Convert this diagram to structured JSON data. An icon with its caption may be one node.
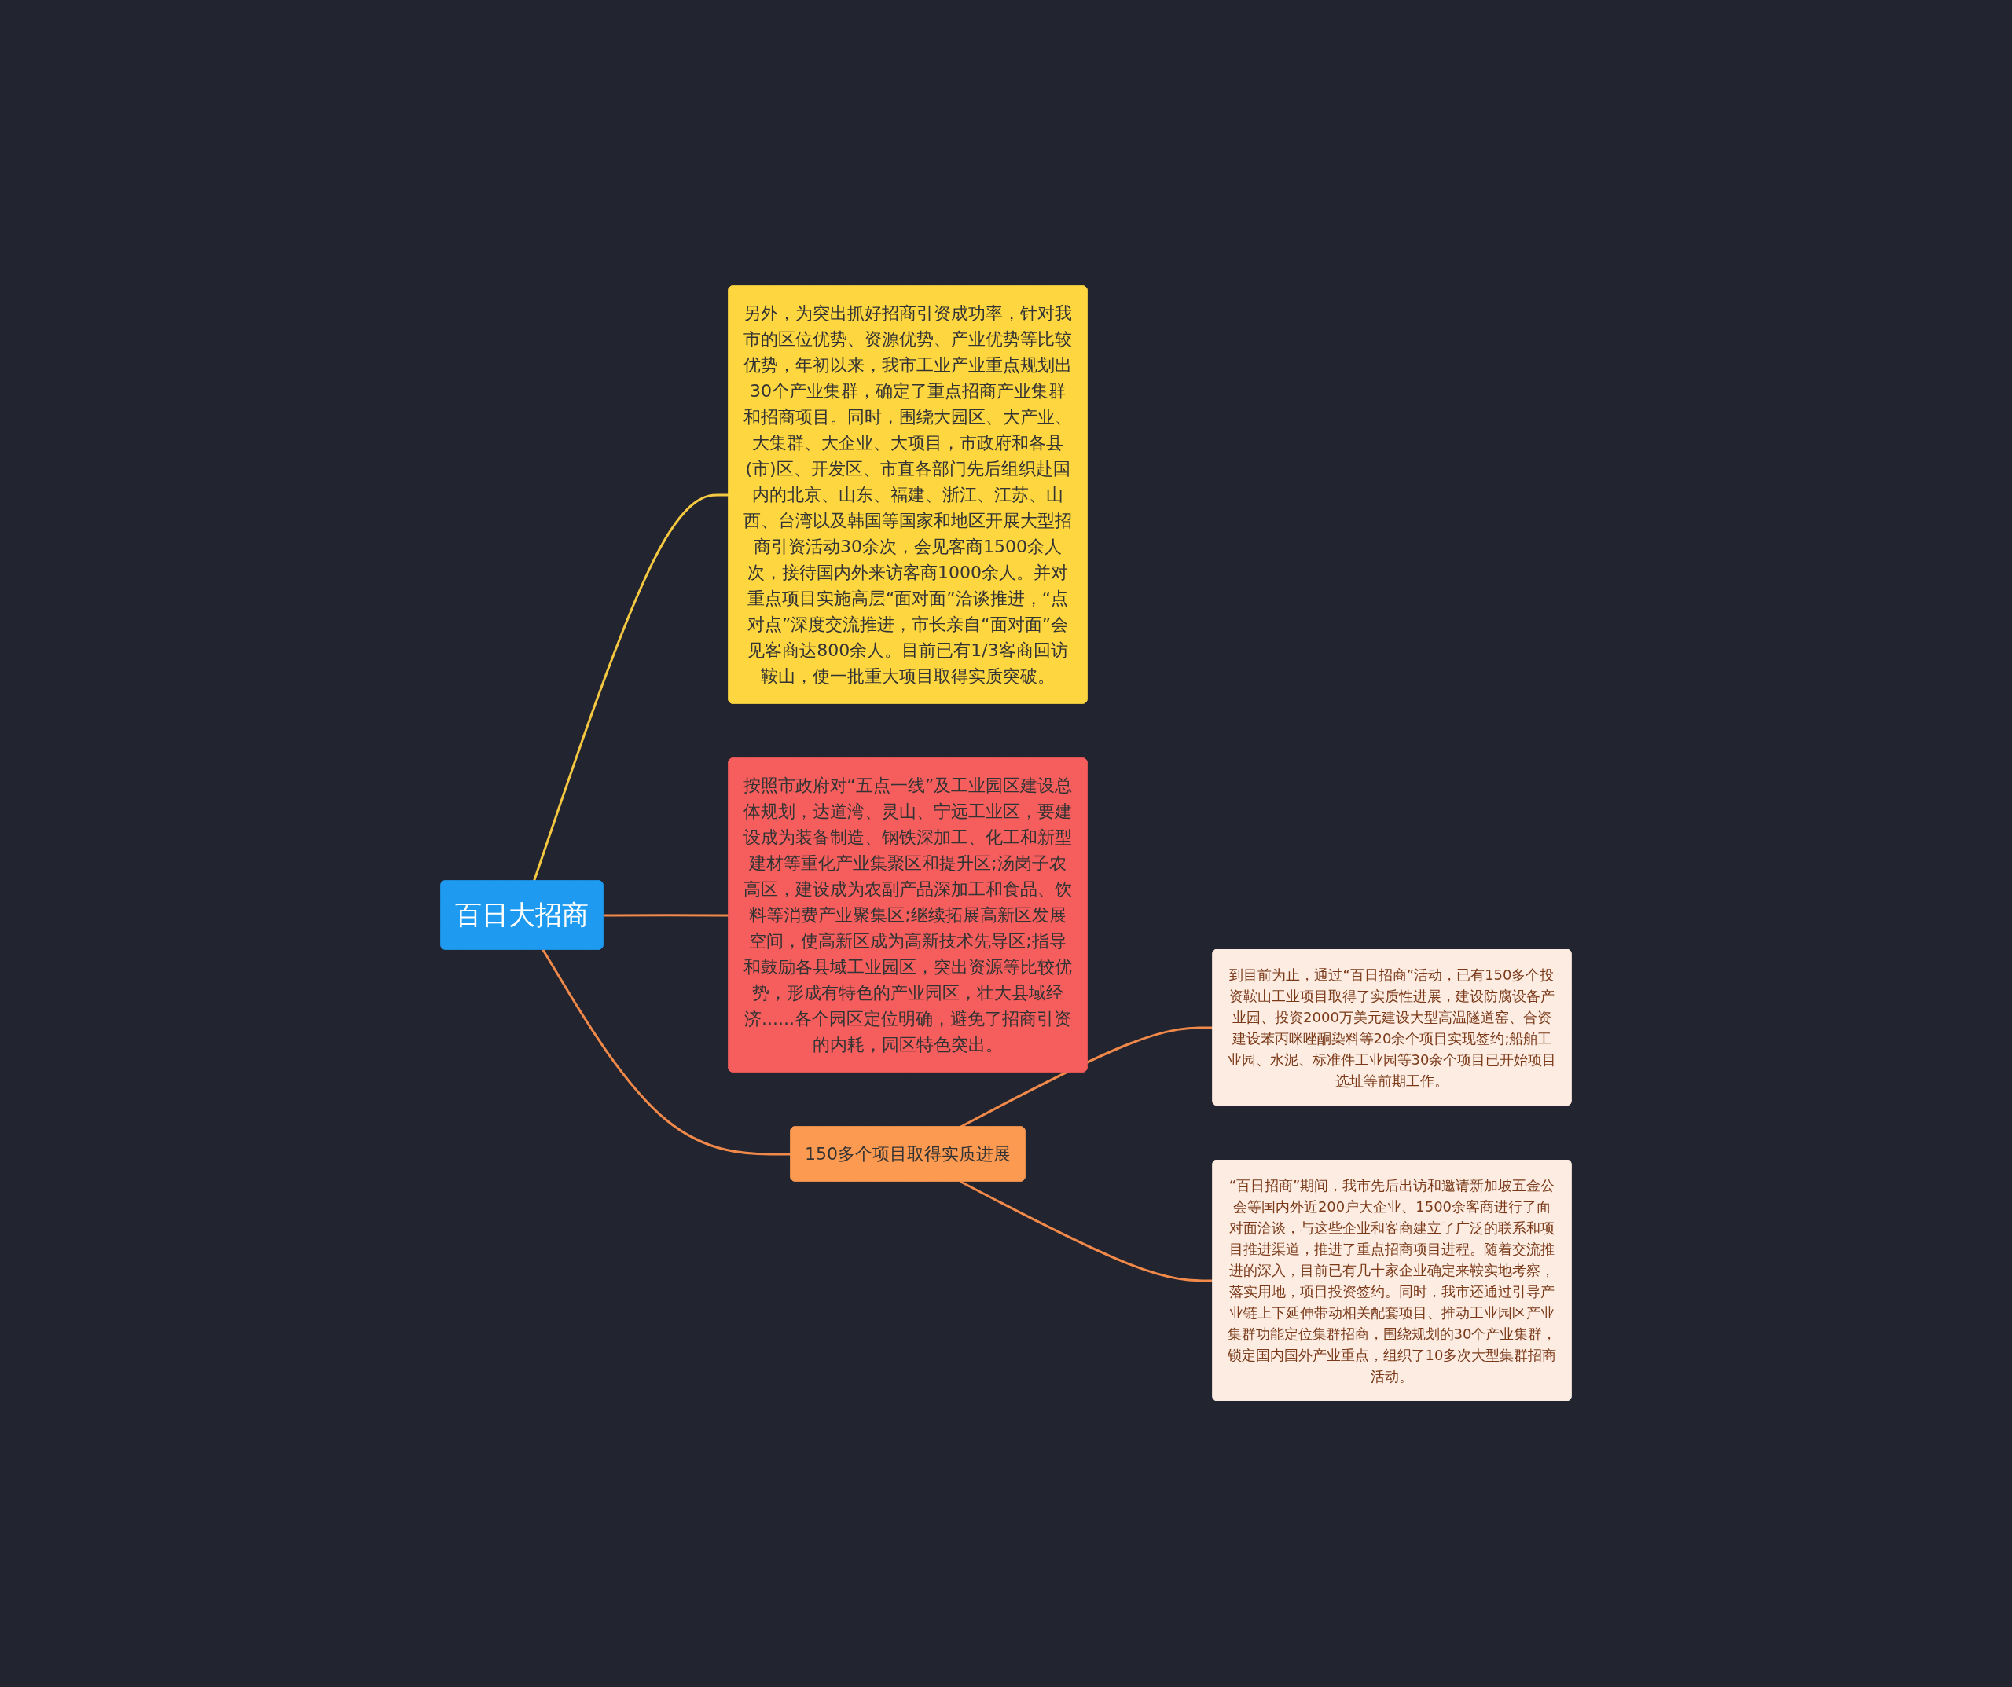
{
  "diagram": {
    "nodes": [
      {
        "text": [
          "百日大招商"
        ]
      },
      {
        "text": [
          "另外，为突出抓好招商引资成功率，针对我市的区位优势、资源优势、产业优势等比较优势，年初以来，我市工业产业重点规划出30个产业集群，确定了重点招商产业集群和招商项目。同时，围绕大园区、大产业、大集群、大企业、大项目，市政府和各县(市)区、开发区、市直各部门先后组织赴国内的北京、山东、福建、浙江、江苏、山西、台湾以及韩国等国家和地区开展大型招商引资活动30余次，会见客商1500余人次，接待国内外来访客商1000余人。并对重点项目实施高层“面对面”洽谈推进，“点对点”深度交流推进，市长亲自“面对面”会见客商达800余人。目前已有1/3客商回访鞍山，使一批重大项目取得实质突破。"
        ]
      },
      {
        "text": [
          "按照市政府对“五点一线”及工业园区建设总体规划，达道湾、灵山、宁远工业区，要建设成为装备制造、钢铁深加工、化工和新型建材等重化产业集聚区和提升区;汤岗子农高区，建设成为农副产品深加工和食品、饮料等消费产业聚集区;继续拓展高新区发展空间，使高新区成为高新技术先导区;指导和鼓励各县域工业园区，突出资源等比较优势，形成有特色的产业园区，壮大县域经济......各个园区定位明确，避免了招商引资的内耗，园区特色突出。"
        ]
      },
      {
        "text": [
          "150多个项目取得实质进展"
        ]
      },
      {
        "text": [
          "到目前为止，通过“百日招商”活动，已有150多个投资鞍山工业项目取得了实质性进展，建设防腐设备产业园、投资2000万美元建设大型高温隧道窑、合资建设苯丙咪唑酮染料等20余个项目实现签约;船舶工业园、水泥、标准件工业园等30余个项目已开始项目选址等前期工作。"
        ]
      },
      {
        "text": [
          "“百日招商”期间，我市先后出访和邀请新加坡五金公会等国内外近200户大企业、1500余客商进行了面对面洽谈，与这些企业和客商建立了广泛的联系和项目推进渠道，推进了重点招商项目进程。随着交流推进的深入，目前已有几十家企业确定来鞍实地考察，落实用地，项目投资签约。同时，我市还通过引导产业链上下延伸带动相关配套项目、推动工业园区产业集群功能定位集群招商，围绕规划的30个产业集群，锁定国内国外产业重点，组织了10多次大型集群招商活动。"
        ]
      }
    ],
    "edges": [
      {
        "from": 0,
        "to": 1,
        "arrow": "none",
        "color": "#f5c842"
      },
      {
        "from": 0,
        "to": 2,
        "arrow": "none"
      },
      {
        "from": 0,
        "to": 3,
        "arrow": "none"
      },
      {
        "from": 3,
        "to": 4,
        "arrow": "none"
      },
      {
        "from": 3,
        "to": 5,
        "arrow": "none"
      }
    ]
  }
}
